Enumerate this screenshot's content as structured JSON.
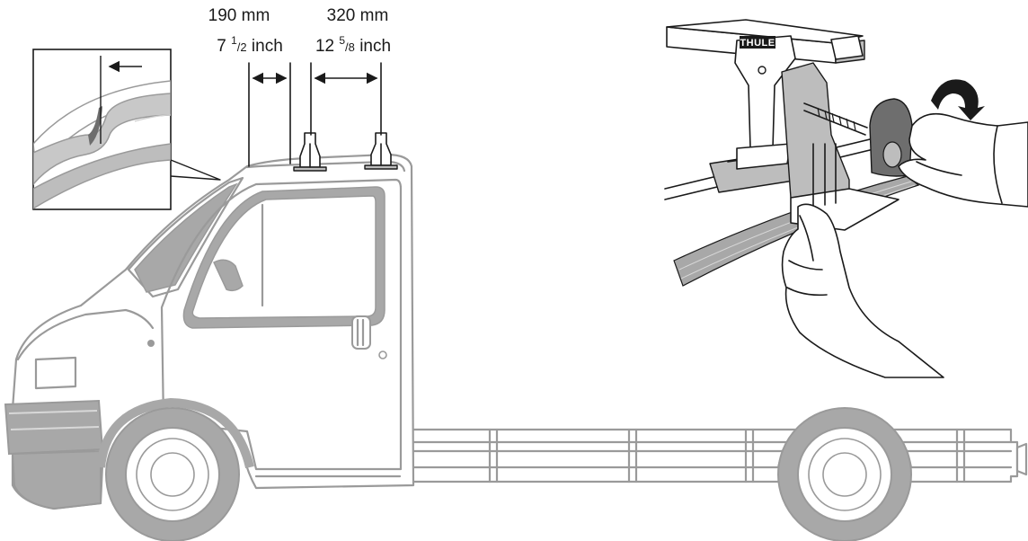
{
  "dimensions": {
    "front_gap": {
      "metric": "190 mm",
      "imperial_whole": "7",
      "imperial_num": "1",
      "imperial_den": "2",
      "imperial_unit": "inch"
    },
    "foot_spacing": {
      "metric": "320 mm",
      "imperial_whole": "12",
      "imperial_num": "5",
      "imperial_den": "8",
      "imperial_unit": "inch"
    }
  },
  "brand": {
    "label": "THULE"
  },
  "icons": {
    "detail_arrow": "left-arrow-icon",
    "rotation": "clockwise-rotation-icon",
    "dimension": "double-headed-arrow-icon"
  },
  "colors": {
    "line": "#9a9a9a",
    "ink": "#1a1a1a",
    "shade": "#a8a8a8"
  }
}
